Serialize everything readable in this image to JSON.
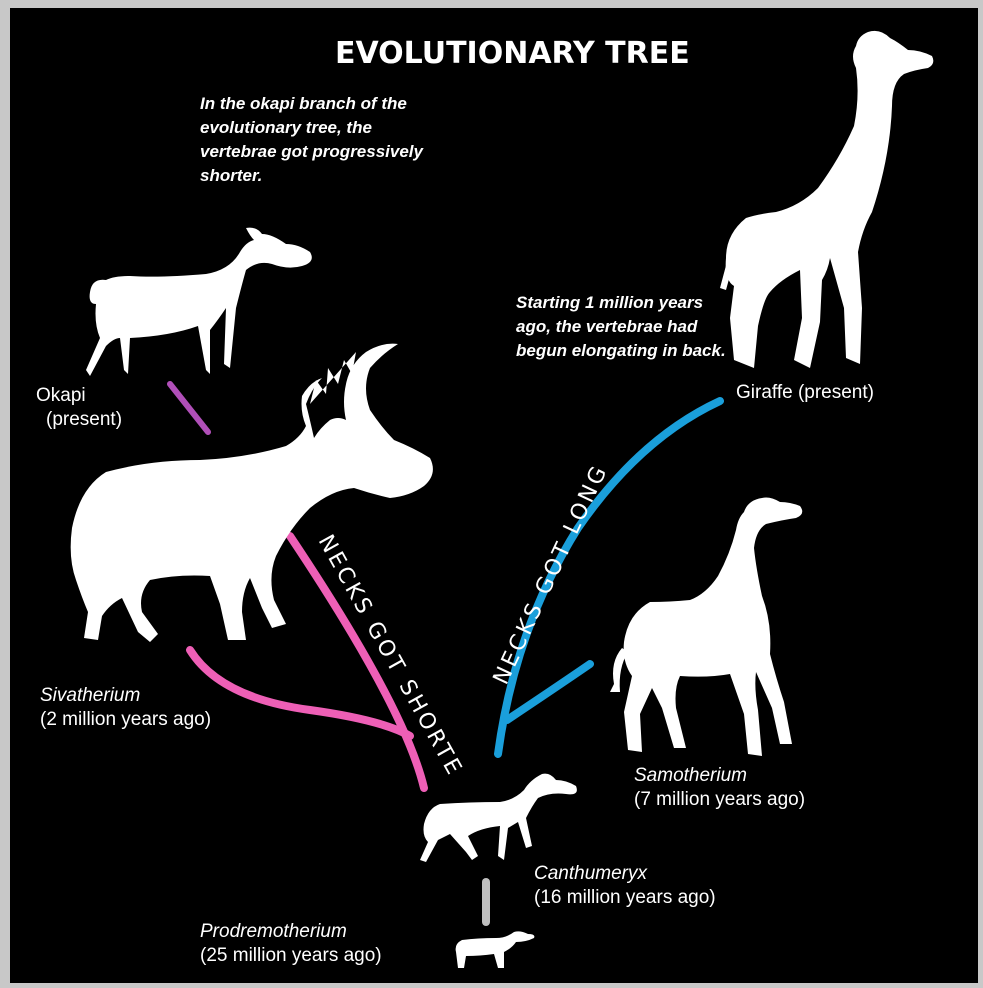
{
  "title": "EVOLUTIONARY TREE",
  "notes": {
    "okapi_branch": "In the okapi branch of the evolutionary tree, the vertebrae got progressively shorter.",
    "giraffe_branch": "Starting 1 million years ago, the vertebrae had begun elongating in back."
  },
  "branch_labels": {
    "shorter": "NECKS GOT SHORTER",
    "longer": "NECKS GOT LONGER"
  },
  "species": {
    "okapi": {
      "name": "Okapi",
      "age": "(present)"
    },
    "giraffe": {
      "name": "Giraffe (present)"
    },
    "sivatherium": {
      "name": "Sivatherium",
      "age": "(2 million years ago)"
    },
    "samotherium": {
      "name": "Samotherium",
      "age": "(7 million years ago)"
    },
    "canthumeryx": {
      "name": "Canthumeryx",
      "age": "(16 million years ago)"
    },
    "prodremotherium": {
      "name": "Prodremotherium",
      "age": "(25 million years ago)"
    }
  },
  "colors": {
    "background": "#000000",
    "silhouette": "#ffffff",
    "shorter_branch": "#ee5fb6",
    "okapi_link": "#b04fb8",
    "longer_branch": "#1a9fdb",
    "root_link": "#bfbfbf"
  },
  "icons": [
    "okapi-silhouette",
    "giraffe-silhouette",
    "sivatherium-silhouette",
    "samotherium-silhouette",
    "canthumeryx-silhouette",
    "prodremotherium-silhouette"
  ]
}
